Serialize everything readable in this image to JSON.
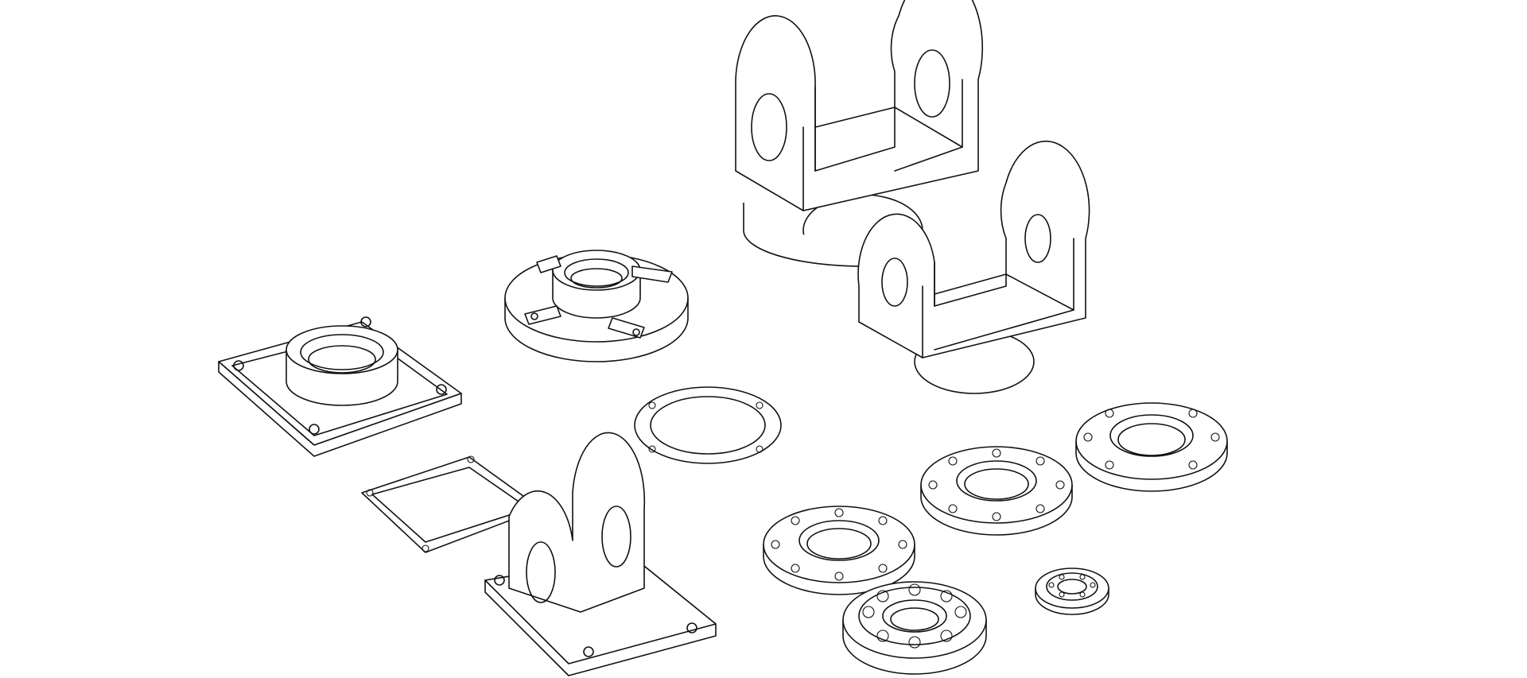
{
  "drawing": {
    "background": "#ffffff",
    "line_color": "#111111",
    "style": "isometric exploded line drawing",
    "parts": [
      {
        "name": "clevis-bracket-upper",
        "icon": "clevis-bracket"
      },
      {
        "name": "clevis-bracket-lower",
        "icon": "clevis-bracket"
      },
      {
        "name": "square-flange-bearing-housing",
        "icon": "square-flange-housing"
      },
      {
        "name": "round-flange-bearing-housing",
        "icon": "round-flange-housing"
      },
      {
        "name": "square-gasket",
        "icon": "gasket"
      },
      {
        "name": "round-gasket",
        "icon": "gasket"
      },
      {
        "name": "pillow-block-clevis-base",
        "icon": "clevis-base"
      },
      {
        "name": "bolted-flange-ring-a",
        "icon": "flange-ring"
      },
      {
        "name": "bolted-flange-ring-b",
        "icon": "flange-ring"
      },
      {
        "name": "bolted-flange-ring-c",
        "icon": "flange-ring"
      },
      {
        "name": "roller-bearing-large",
        "icon": "roller-bearing"
      },
      {
        "name": "ball-bearing-small",
        "icon": "ball-bearing"
      }
    ]
  }
}
